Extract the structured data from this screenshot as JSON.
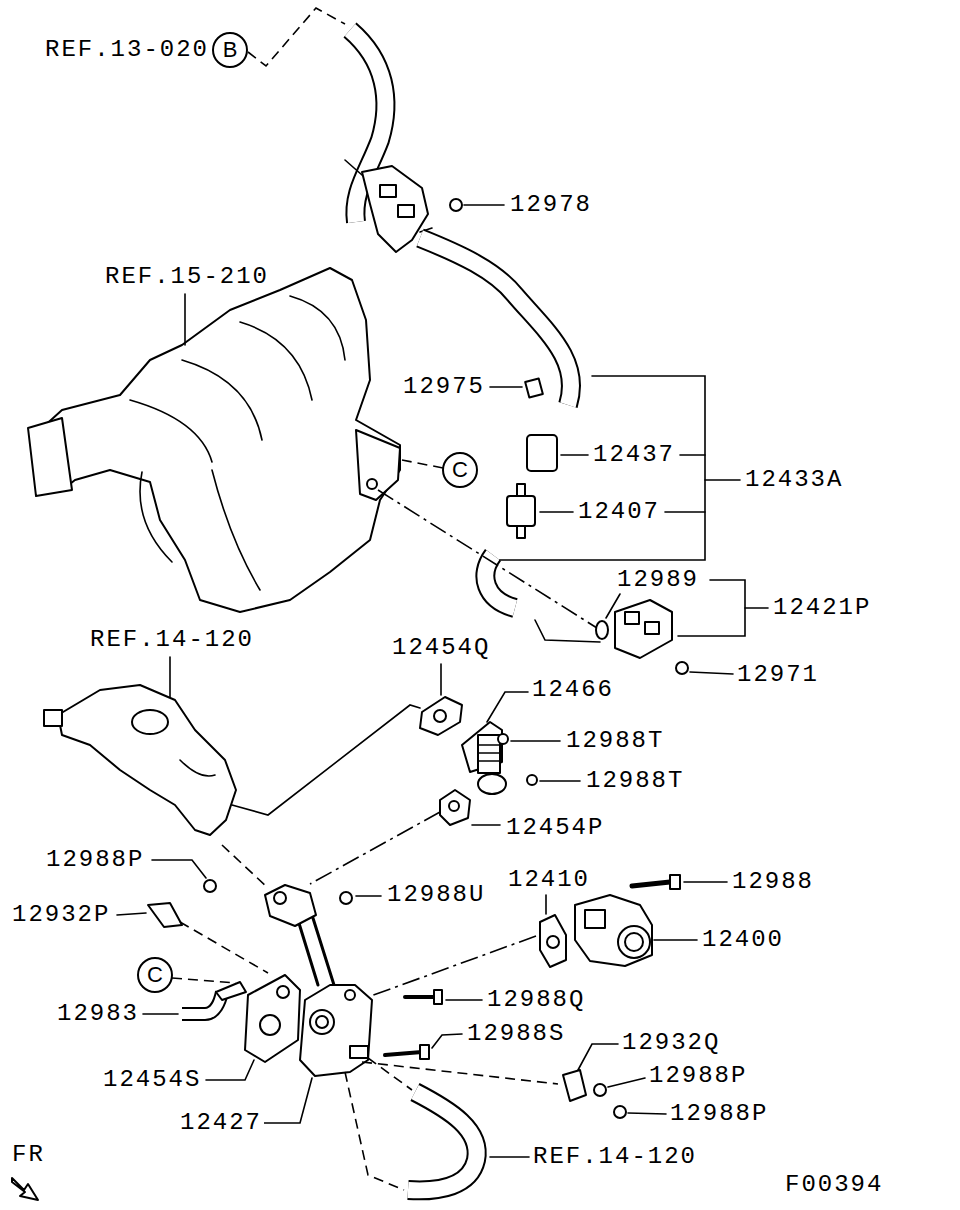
{
  "diagram": {
    "nodes": [
      {
        "text": [
          "B"
        ]
      },
      {
        "text": [
          "C"
        ]
      },
      {
        "text": [
          "C"
        ]
      }
    ],
    "labels": [
      "REF.13-020",
      "12978",
      "REF.15-210",
      "12975",
      "12437",
      "12433A",
      "12407",
      "12989",
      "12421P",
      "12971",
      "REF.14-120",
      "12454Q",
      "12466",
      "12988T",
      "12988T",
      "12454P",
      "12988P",
      "12988U",
      "12410",
      "12988",
      "12932P",
      "12400",
      "12983",
      "12988Q",
      "12988S",
      "12932Q",
      "12988P",
      "12454S",
      "12988P",
      "12427",
      "REF.14-120",
      "FR",
      "F00394"
    ]
  }
}
